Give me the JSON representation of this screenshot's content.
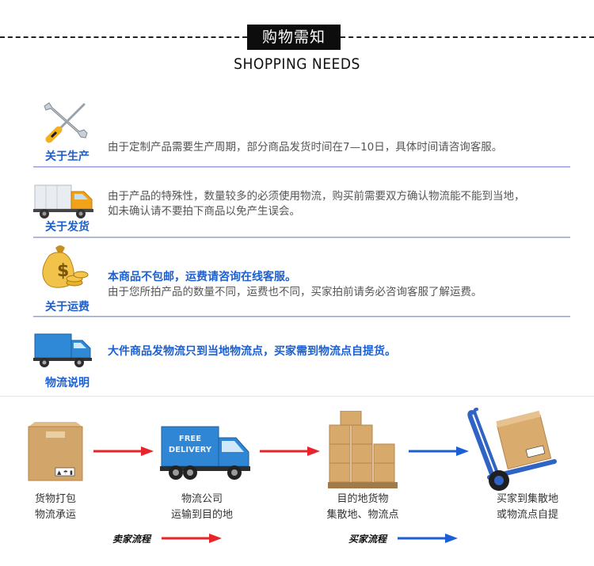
{
  "header": {
    "title": "购物需知",
    "subtitle": "SHOPPING NEEDS"
  },
  "sections": [
    {
      "label": "关于生产",
      "icon": "screwdriver-wrench-icon",
      "lines": [
        "由于定制产品需要生产周期，部分商品发货时间在7—10日，具体时间请咨询客服。"
      ]
    },
    {
      "label": "关于发货",
      "icon": "delivery-van-icon",
      "lines": [
        "由于产品的特殊性，数量较多的必须使用物流，购买前需要双方确认物流能不能到当地，",
        "如未确认请不要拍下商品以免产生误会。"
      ]
    },
    {
      "label": "关于运费",
      "icon": "money-bag-coins-icon",
      "highlight": "本商品不包邮，运费请咨询在线客服。",
      "lines": [
        "由于您所拍产品的数量不同，运费也不同，买家拍前请务必咨询客服了解运费。"
      ]
    },
    {
      "label": "物流说明",
      "icon": "blue-truck-icon",
      "highlight": "大件商品发物流只到当地物流点，买家需到物流点自提货。"
    }
  ],
  "process": {
    "truck_text": [
      "FREE",
      "DELIVERY"
    ],
    "steps": [
      {
        "line1": "货物打包",
        "line2": "物流承运",
        "icon": "package-box-icon"
      },
      {
        "line1": "物流公司",
        "line2": "运输到目的地",
        "icon": "delivery-truck-icon"
      },
      {
        "line1": "目的地货物",
        "line2": "集散地、物流点",
        "icon": "stacked-boxes-pallet-icon"
      },
      {
        "line1": "买家到集散地",
        "line2": "或物流点自提",
        "icon": "hand-truck-icon"
      }
    ],
    "seller_flow_label": "卖家流程",
    "buyer_flow_label": "买家流程",
    "colors": {
      "seller_arrow": "#e8242a",
      "buyer_arrow": "#1a5fd6"
    }
  }
}
